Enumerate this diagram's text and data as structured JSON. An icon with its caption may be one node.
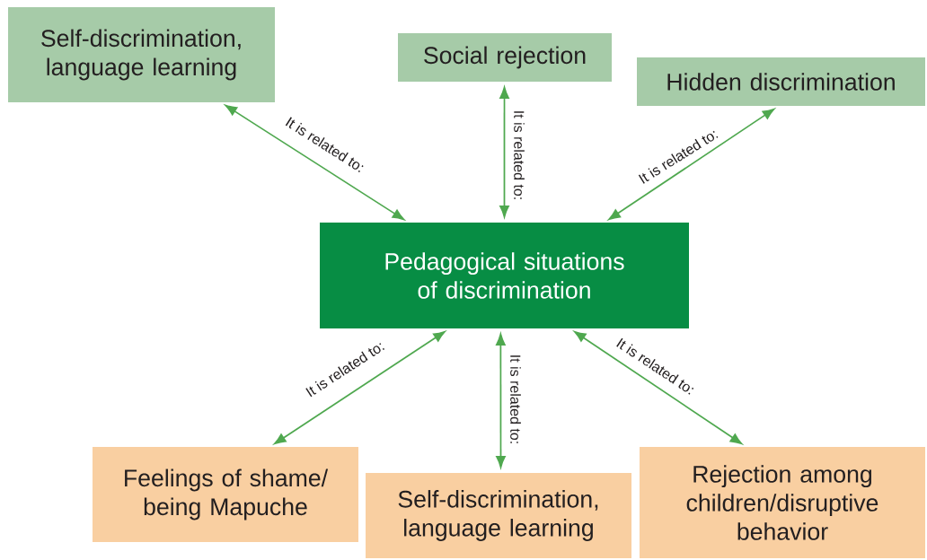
{
  "diagram": {
    "nodes": [
      {
        "text": [
          "Pedagogical situations of discrimination"
        ]
      },
      {
        "text": [
          "Self-discrimination, language learning"
        ]
      },
      {
        "text": [
          "Social rejection"
        ]
      },
      {
        "text": [
          "Hidden discrimination"
        ]
      },
      {
        "text": [
          "Feelings of shame/ being Mapuche"
        ]
      },
      {
        "text": [
          "Self-discrimination, language learning"
        ]
      },
      {
        "text": [
          "Rejection among children/disruptive behavior"
        ]
      }
    ],
    "edges": [
      {
        "from": 0,
        "to": 1,
        "arrow": "both",
        "label": "It is related to:"
      },
      {
        "from": 0,
        "to": 2,
        "arrow": "both",
        "label": "It is related to:"
      },
      {
        "from": 0,
        "to": 3,
        "arrow": "both",
        "label": "It is related to:"
      },
      {
        "from": 0,
        "to": 4,
        "arrow": "both",
        "label": "It is related to:"
      },
      {
        "from": 0,
        "to": 5,
        "arrow": "both",
        "label": "It is related to:"
      },
      {
        "from": 0,
        "to": 6,
        "arrow": "both",
        "label": "It is related to:"
      }
    ]
  }
}
